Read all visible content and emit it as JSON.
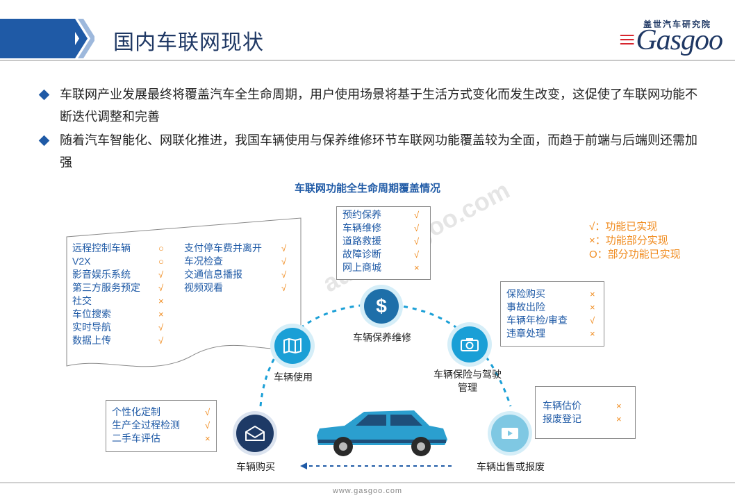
{
  "header": {
    "title": "国内车联网现状",
    "logo_cn": "盖世汽车研究院",
    "logo_en": "Gasgoo"
  },
  "bullets": [
    "车联网产业发展最终将覆盖汽车全生命周期，用户使用场景将基于生活方式变化而发生改变，这促使了车联网功能不断迭代调整和完善",
    "随着汽车智能化、网联化推进，我国车辆使用与保养维修环节车联网功能覆盖较为全面，而趋于前端与后端则还需加强"
  ],
  "diagram": {
    "title": "车联网功能全生命周期覆盖情况",
    "legend": [
      "√：功能已实现",
      "×：功能部分实现",
      "O：部分功能已实现"
    ],
    "stages": {
      "use": "车辆使用",
      "maintenance": "车辆保养维修",
      "insurance": "车辆保险与驾驶管理",
      "buy": "车辆购买",
      "sell": "车辆出售或报废"
    },
    "use_box_left": [
      {
        "label": "远程控制车辆",
        "mark": "○"
      },
      {
        "label": "V2X",
        "mark": "○"
      },
      {
        "label": "影音娱乐系统",
        "mark": "√"
      },
      {
        "label": "第三方服务预定",
        "mark": "√"
      },
      {
        "label": "社交",
        "mark": "×"
      },
      {
        "label": "车位搜索",
        "mark": "×"
      },
      {
        "label": "实时导航",
        "mark": "√"
      },
      {
        "label": "数据上传",
        "mark": "√"
      }
    ],
    "use_box_right": [
      {
        "label": "支付停车费并离开",
        "mark": "√"
      },
      {
        "label": "车况检查",
        "mark": "√"
      },
      {
        "label": "交通信息播报",
        "mark": "√"
      },
      {
        "label": "视频观看",
        "mark": "√"
      }
    ],
    "maintenance_box": [
      {
        "label": "预约保养",
        "mark": "√"
      },
      {
        "label": "车辆维修",
        "mark": "√"
      },
      {
        "label": "道路救援",
        "mark": "√"
      },
      {
        "label": "故障诊断",
        "mark": "√"
      },
      {
        "label": "网上商城",
        "mark": "×"
      }
    ],
    "insurance_box": [
      {
        "label": "保险购买",
        "mark": "×"
      },
      {
        "label": "事故出险",
        "mark": "×"
      },
      {
        "label": "车辆年检/审查",
        "mark": "√"
      },
      {
        "label": "违章处理",
        "mark": "×"
      }
    ],
    "buy_box": [
      {
        "label": "个性化定制",
        "mark": "√"
      },
      {
        "label": "生产全过程检测",
        "mark": "√"
      },
      {
        "label": "二手车评估",
        "mark": "×"
      }
    ],
    "sell_box": [
      {
        "label": "车辆估价",
        "mark": "×"
      },
      {
        "label": "报废登记",
        "mark": "×"
      }
    ]
  },
  "watermark": "auto.gasgoo.com",
  "footer": "www.gasgoo.com",
  "colors": {
    "brand": "#1f5aa6",
    "mark": "#f08a1c",
    "teal": "#1a9fd6"
  }
}
